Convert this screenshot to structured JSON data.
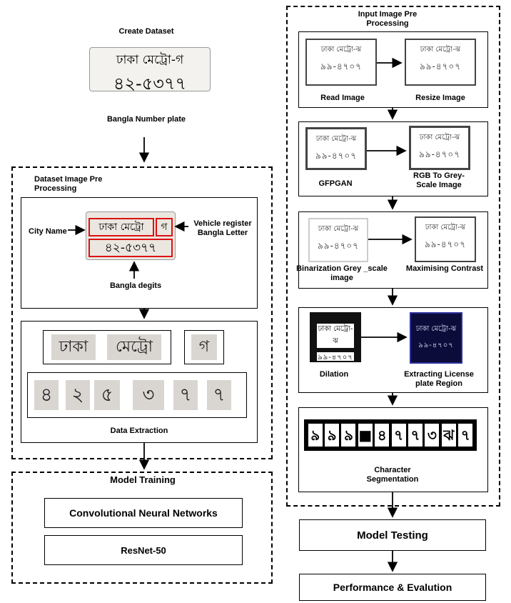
{
  "create_dataset": {
    "title": "Create Dataset",
    "plate_line1": "ঢাকা মেট্রো-গ",
    "plate_line2": "৪২-৫৩৭৭",
    "caption": "Bangla Number plate"
  },
  "dataset_preproc": {
    "title": "Dataset Image Pre Processing",
    "city_label": "City Name",
    "letter_label": "Vehicle register Bangla Letter",
    "digits_label": "Bangla degits",
    "plate_city": "ঢাকা মেট্রো",
    "plate_letter": "গ",
    "plate_digits": "৪২-৫৩৭৭",
    "extract_words": [
      "ঢাকা",
      "মেট্রো"
    ],
    "extract_letter": "গ",
    "extract_digits": [
      "৪",
      "২",
      "৫",
      "৩",
      "৭",
      "৭"
    ],
    "extract_caption": "Data Extraction"
  },
  "model_training": {
    "title": "Model Training",
    "models": [
      "Convolutional Neural Networks",
      "ResNet-50"
    ]
  },
  "input_preproc": {
    "title": "Input Image Pre Processing",
    "tile_top": "ঢাকা মেট্রো-ঝ",
    "tile_bottom": "৯৯-৪৭০৭",
    "steps": [
      {
        "left": "Read Image",
        "right": "Resize Image"
      },
      {
        "left": "GFPGAN",
        "right": "RGB To Grey-Scale Image"
      },
      {
        "left": "Binarization Grey _scale image",
        "right": "Maximising Contrast"
      },
      {
        "left": "Dilation",
        "right": "Extracting License plate Region"
      }
    ],
    "segments": [
      "৯",
      "৯",
      "৯",
      "■",
      "৪",
      "৭",
      "৭",
      "৩",
      "ঝ",
      "৭"
    ],
    "segment_caption": "Character Segmentation"
  },
  "model_testing": "Model Testing",
  "performance": "Performance & Evalution"
}
